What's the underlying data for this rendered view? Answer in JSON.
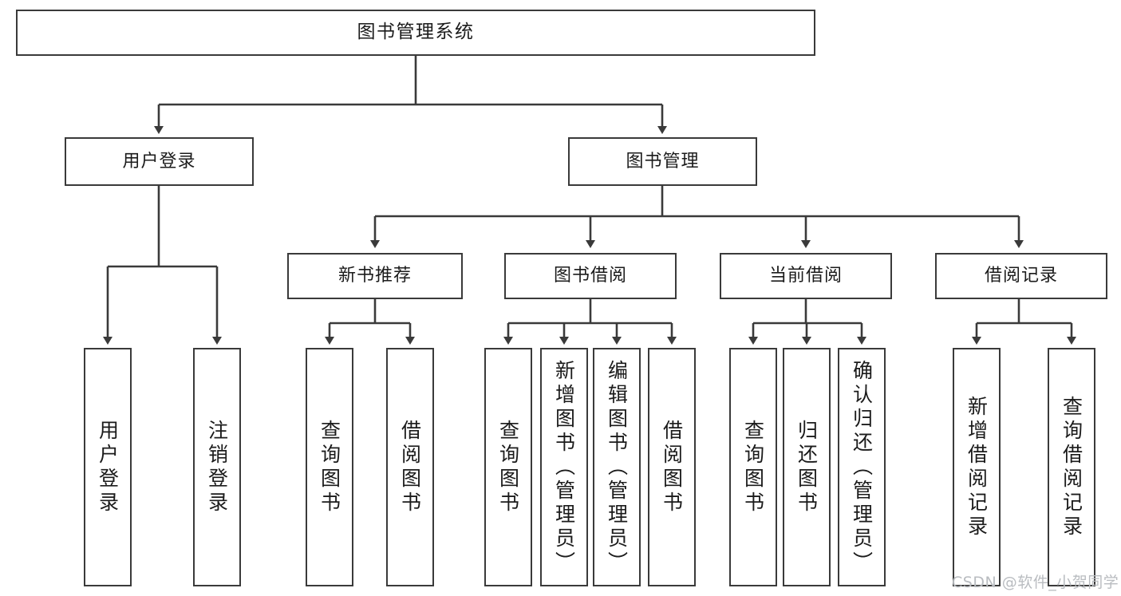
{
  "diagram": {
    "title": "图书管理系统",
    "type": "tree-hierarchy",
    "watermark": "CSDN @软件_小贺同学",
    "colors": {
      "box_border": "#3a3a3a",
      "box_fill": "#ffffff",
      "connector": "#3a3a3a",
      "text": "#1b1b1b",
      "watermark": "#b9bcc0",
      "background": "#ffffff"
    },
    "levels": [
      {
        "level": 0,
        "nodes": [
          {
            "id": "root",
            "label": "图书管理系统",
            "orientation": "horizontal"
          }
        ]
      },
      {
        "level": 1,
        "nodes": [
          {
            "id": "login",
            "label": "用户登录",
            "orientation": "horizontal",
            "parent": "root"
          },
          {
            "id": "bookmgr",
            "label": "图书管理",
            "orientation": "horizontal",
            "parent": "root"
          }
        ]
      },
      {
        "level": 2,
        "nodes": [
          {
            "id": "newbook",
            "label": "新书推荐",
            "orientation": "horizontal",
            "parent": "bookmgr"
          },
          {
            "id": "borrow",
            "label": "图书借阅",
            "orientation": "horizontal",
            "parent": "bookmgr"
          },
          {
            "id": "current",
            "label": "当前借阅",
            "orientation": "horizontal",
            "parent": "bookmgr"
          },
          {
            "id": "records",
            "label": "借阅记录",
            "orientation": "horizontal",
            "parent": "bookmgr"
          }
        ]
      },
      {
        "level": 3,
        "nodes": [
          {
            "id": "leaf1",
            "label": "用户登录",
            "orientation": "vertical",
            "parent": "login"
          },
          {
            "id": "leaf2",
            "label": "注销登录",
            "orientation": "vertical",
            "parent": "login"
          },
          {
            "id": "leaf3",
            "label": "查询图书",
            "orientation": "vertical",
            "parent": "newbook"
          },
          {
            "id": "leaf4",
            "label": "借阅图书",
            "orientation": "vertical",
            "parent": "newbook"
          },
          {
            "id": "leaf5",
            "label": "查询图书",
            "orientation": "vertical",
            "parent": "borrow"
          },
          {
            "id": "leaf6",
            "label": "新增图书（管理员）",
            "orientation": "vertical",
            "parent": "borrow"
          },
          {
            "id": "leaf7",
            "label": "编辑图书（管理员）",
            "orientation": "vertical",
            "parent": "borrow"
          },
          {
            "id": "leaf8",
            "label": "借阅图书",
            "orientation": "vertical",
            "parent": "borrow"
          },
          {
            "id": "leaf9",
            "label": "查询图书",
            "orientation": "vertical",
            "parent": "current"
          },
          {
            "id": "leaf10",
            "label": "归还图书",
            "orientation": "vertical",
            "parent": "current"
          },
          {
            "id": "leaf11",
            "label": "确认归还（管理员）",
            "orientation": "vertical",
            "parent": "current"
          },
          {
            "id": "leaf12",
            "label": "新增借阅记录",
            "orientation": "vertical",
            "parent": "records"
          },
          {
            "id": "leaf13",
            "label": "查询借阅记录",
            "orientation": "vertical",
            "parent": "records"
          }
        ]
      }
    ]
  }
}
